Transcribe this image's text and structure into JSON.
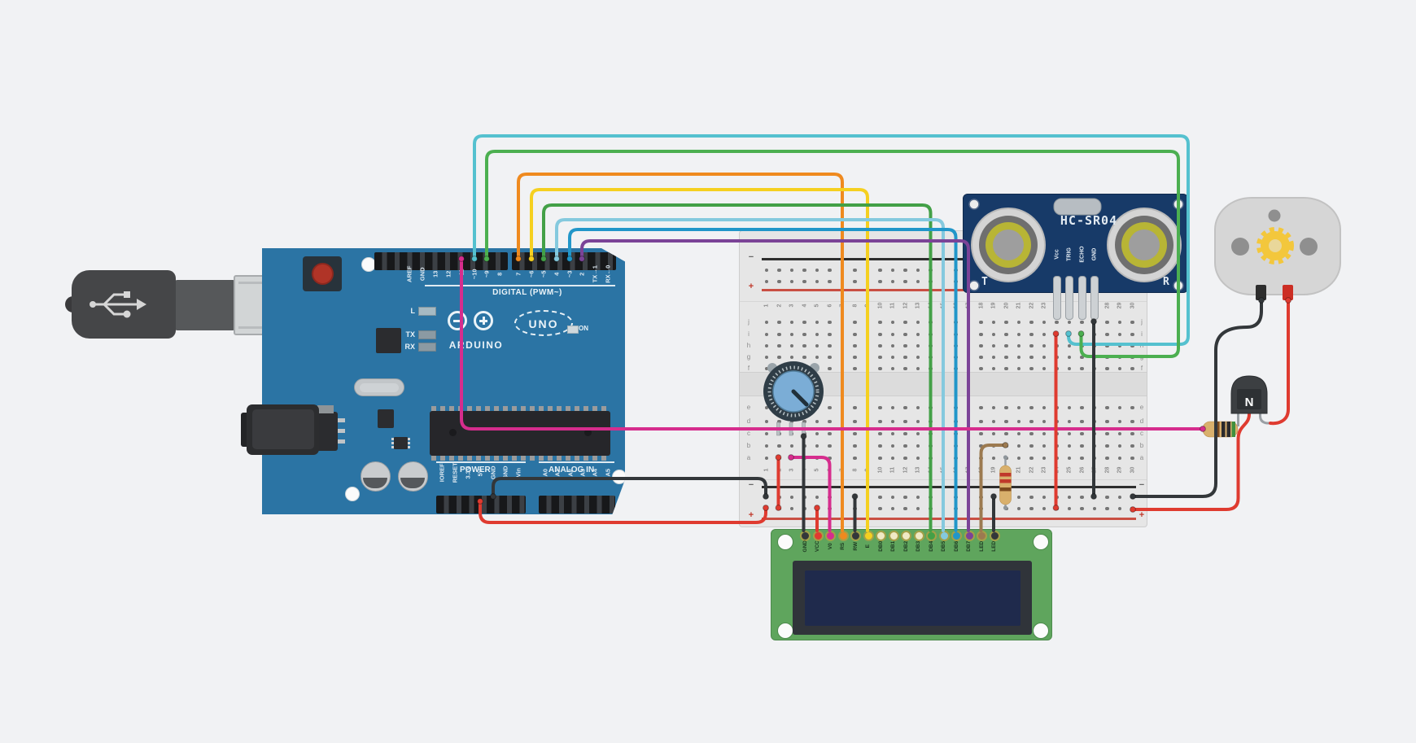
{
  "app": {
    "kind": "circuit-canvas"
  },
  "colors": {
    "background": "#f1f2f4",
    "arduino_board": "#2b74a4",
    "breadboard": "#e6e6e6",
    "lcd_pcb": "#5fa55d",
    "lcd_screen": "#1f2a4c",
    "sensor_board": "#173a68",
    "motor_body": "#d6d6d6",
    "gear_yellow": "#f3c73c",
    "rail_red": "#c94f43",
    "rail_black": "#2e2e2e",
    "pad_pale": "#efe9c4",
    "wire_cyan": "#55c1cf",
    "wire_green": "#4caf50",
    "wire_orange": "#ef8a1f",
    "wire_yellow": "#f5d020",
    "wire_green2": "#43a047",
    "wire_skyblue": "#84c9de",
    "wire_blue": "#2196c9",
    "wire_purple": "#7b4397",
    "wire_magenta": "#d62d8d",
    "wire_red": "#df3b30",
    "wire_black": "#33373a",
    "wire_brown": "#9c7a50"
  },
  "arduino": {
    "digital_section_label": "DIGITAL (PWM~)",
    "digital_pins": [
      "AREF",
      "GND",
      "13",
      "12",
      "~11",
      "~10",
      "~9",
      "8",
      "7",
      "~6",
      "~5",
      "4",
      "~3",
      "2",
      "TX→1",
      "RX←0"
    ],
    "leds": {
      "l": "L",
      "tx": "TX",
      "rx": "RX",
      "on": "ON"
    },
    "logo_text": "ARDUINO",
    "model": "UNO",
    "power_section_label": "POWER",
    "analog_section_label": "ANALOG IN",
    "power_pins": [
      "IOREF",
      "RESET",
      "3.3V",
      "5V",
      "GND",
      "GND",
      "Vin"
    ],
    "analog_pins": [
      "A0",
      "A1",
      "A2",
      "A3",
      "A4",
      "A5"
    ]
  },
  "breadboard": {
    "row_letters_top": [
      "j",
      "i",
      "h",
      "g",
      "f"
    ],
    "row_letters_bottom": [
      "e",
      "d",
      "c",
      "b",
      "a"
    ],
    "column_numbers": [
      "1",
      "2",
      "3",
      "4",
      "5",
      "6",
      "7",
      "8",
      "9",
      "10",
      "11",
      "12",
      "13",
      "14",
      "15",
      "16",
      "17",
      "18",
      "19",
      "20",
      "21",
      "22",
      "23",
      "24",
      "25",
      "26",
      "27",
      "28",
      "29",
      "30"
    ],
    "rail_minus": "−",
    "rail_plus": "+"
  },
  "ultrasonic": {
    "title": "HC-SR04",
    "pins": [
      "Vcc",
      "TRIG",
      "ECHO",
      "GND"
    ],
    "left_marker": "T",
    "right_marker": "R"
  },
  "lcd": {
    "pins": [
      "GND",
      "VCC",
      "V0",
      "RS",
      "RW",
      "E",
      "DB0",
      "DB1",
      "DB2",
      "DB3",
      "DB4",
      "DB5",
      "DB6",
      "DB7",
      "LED",
      "LED"
    ]
  },
  "transistor": {
    "label": "N"
  }
}
